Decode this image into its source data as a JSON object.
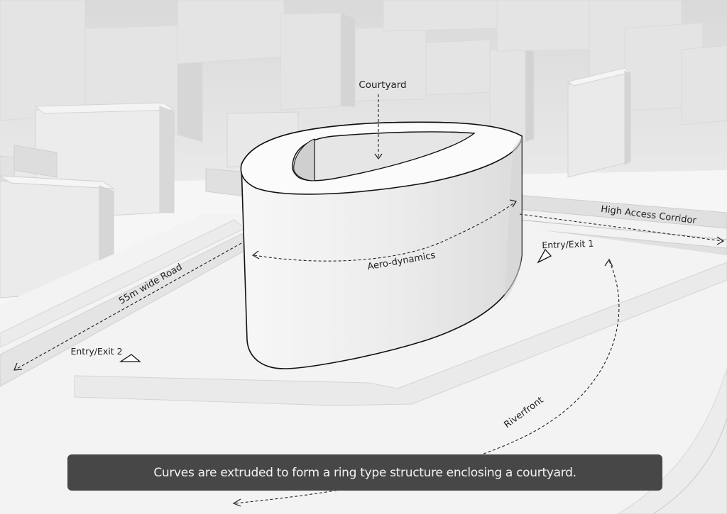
{
  "labels": {
    "courtyard": "Courtyard",
    "aerodynamics": "Aero-dynamics",
    "road": "55m wide Road",
    "corridor": "High Access Corridor",
    "entry1": "Entry/Exit 1",
    "entry2": "Entry/Exit 2",
    "riverfront": "Riverfront"
  },
  "caption": "Curves are extruded to form a ring type structure enclosing a courtyard.",
  "colors": {
    "background": "#ffffff",
    "buildings": "#e9e9e9",
    "ring_building": "#efefef",
    "caption_bar": "#474747"
  }
}
